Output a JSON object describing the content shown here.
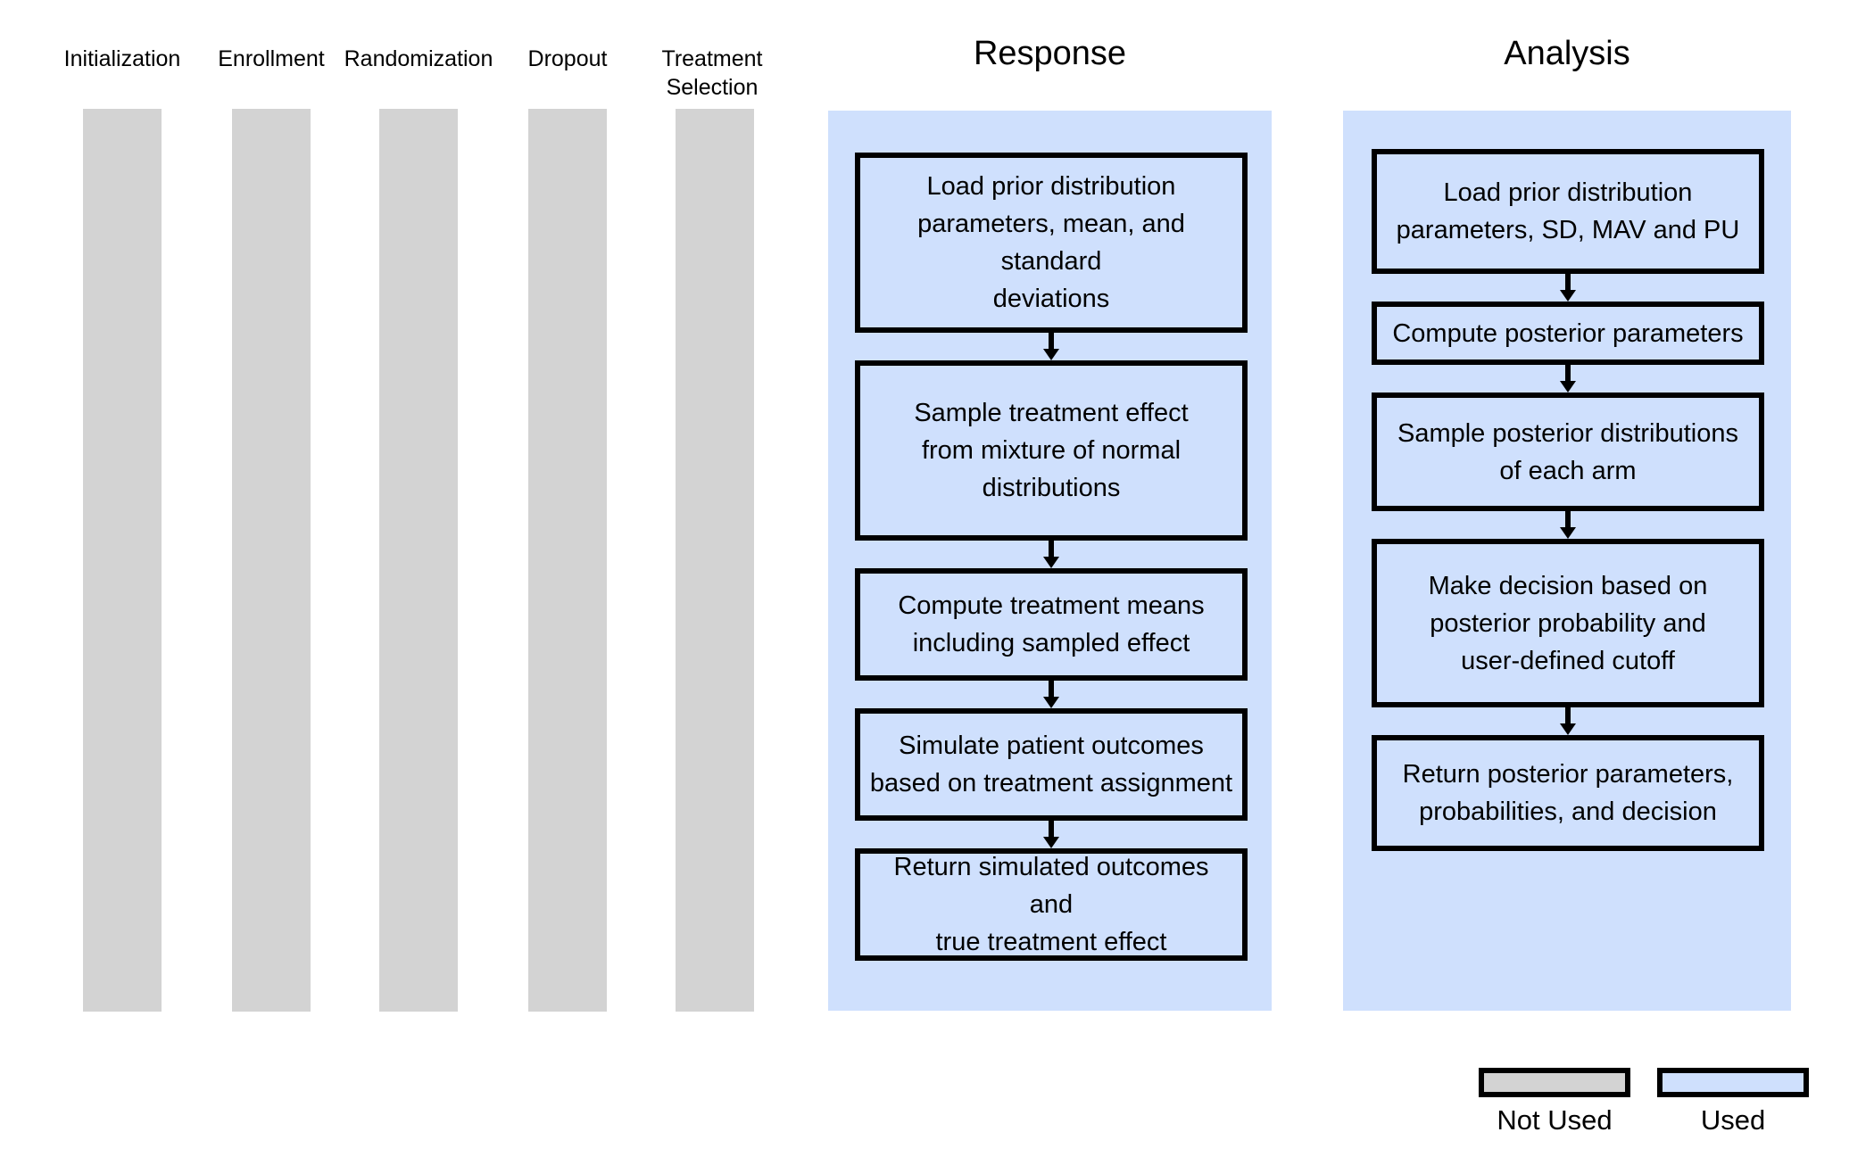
{
  "figure": {
    "background_color": "#ffffff",
    "not_used_color": "#d3d3d3",
    "used_color": "#cfe0fd",
    "border_color": "#000000"
  },
  "stages_not_used": [
    {
      "label": "Initialization"
    },
    {
      "label": "Enrollment"
    },
    {
      "label": "Randomization"
    },
    {
      "label": "Dropout"
    },
    {
      "label": "Treatment\nSelection"
    }
  ],
  "panels": [
    {
      "title": "Response",
      "steps": [
        {
          "text": "Load prior distribution\nparameters, mean, and standard\ndeviations"
        },
        {
          "text": "Sample treatment effect\nfrom mixture of normal\ndistributions"
        },
        {
          "text": "Compute treatment means\nincluding sampled effect"
        },
        {
          "text": "Simulate patient outcomes\nbased on treatment assignment"
        },
        {
          "text": "Return simulated outcomes and\ntrue treatment effect"
        }
      ]
    },
    {
      "title": "Analysis",
      "steps": [
        {
          "text": "Load prior distribution\nparameters, SD, MAV and PU"
        },
        {
          "text": "Compute posterior parameters"
        },
        {
          "text": "Sample posterior distributions\nof each arm"
        },
        {
          "text": "Make decision based on\nposterior probability and\nuser-defined cutoff"
        },
        {
          "text": "Return posterior parameters,\nprobabilities, and decision"
        }
      ]
    }
  ],
  "legend": {
    "items": [
      {
        "label": "Not Used",
        "color": "#d3d3d3"
      },
      {
        "label": "Used",
        "color": "#cfe0fd"
      }
    ]
  }
}
